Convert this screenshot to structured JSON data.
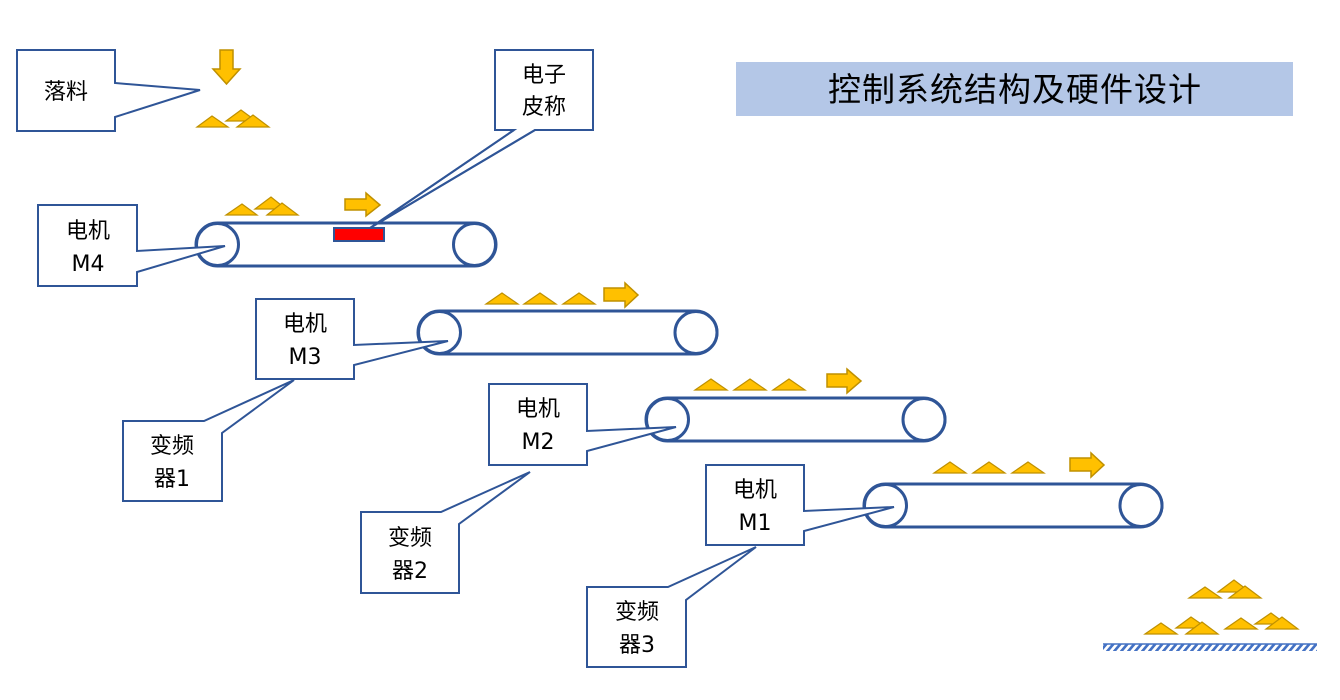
{
  "title": "控制系统结构及硬件设计",
  "colors": {
    "outline": "#2F5597",
    "title_bg": "#B4C7E7",
    "material": "#FFC000",
    "material_edge": "#BF9000",
    "scale_sensor": "#FF0000",
    "background": "#FFFFFF"
  },
  "callouts": {
    "feed": {
      "lines": [
        "落料"
      ]
    },
    "scale": {
      "lines": [
        "电子",
        "皮称"
      ]
    },
    "motor4": {
      "lines": [
        "电机",
        "M4"
      ]
    },
    "motor3": {
      "lines": [
        "电机",
        "M3"
      ]
    },
    "motor2": {
      "lines": [
        "电机",
        "M2"
      ]
    },
    "motor1": {
      "lines": [
        "电机",
        "M1"
      ]
    },
    "vfd1": {
      "lines": [
        "变频",
        "器1"
      ]
    },
    "vfd2": {
      "lines": [
        "变频",
        "器2"
      ]
    },
    "vfd3": {
      "lines": [
        "变频",
        "器3"
      ]
    }
  },
  "conveyors": [
    {
      "id": "conveyor-m4",
      "motor": "M4",
      "has_scale": true,
      "direction": "right"
    },
    {
      "id": "conveyor-m3",
      "motor": "M3",
      "has_scale": false,
      "direction": "right"
    },
    {
      "id": "conveyor-m2",
      "motor": "M2",
      "has_scale": false,
      "direction": "right"
    },
    {
      "id": "conveyor-m1",
      "motor": "M1",
      "has_scale": false,
      "direction": "right"
    }
  ],
  "icons": {
    "feed_arrow": "arrow-down-icon",
    "flow_arrow": "arrow-right-icon",
    "material": "material-pile-icon",
    "ground": "ground-hatch-icon"
  }
}
